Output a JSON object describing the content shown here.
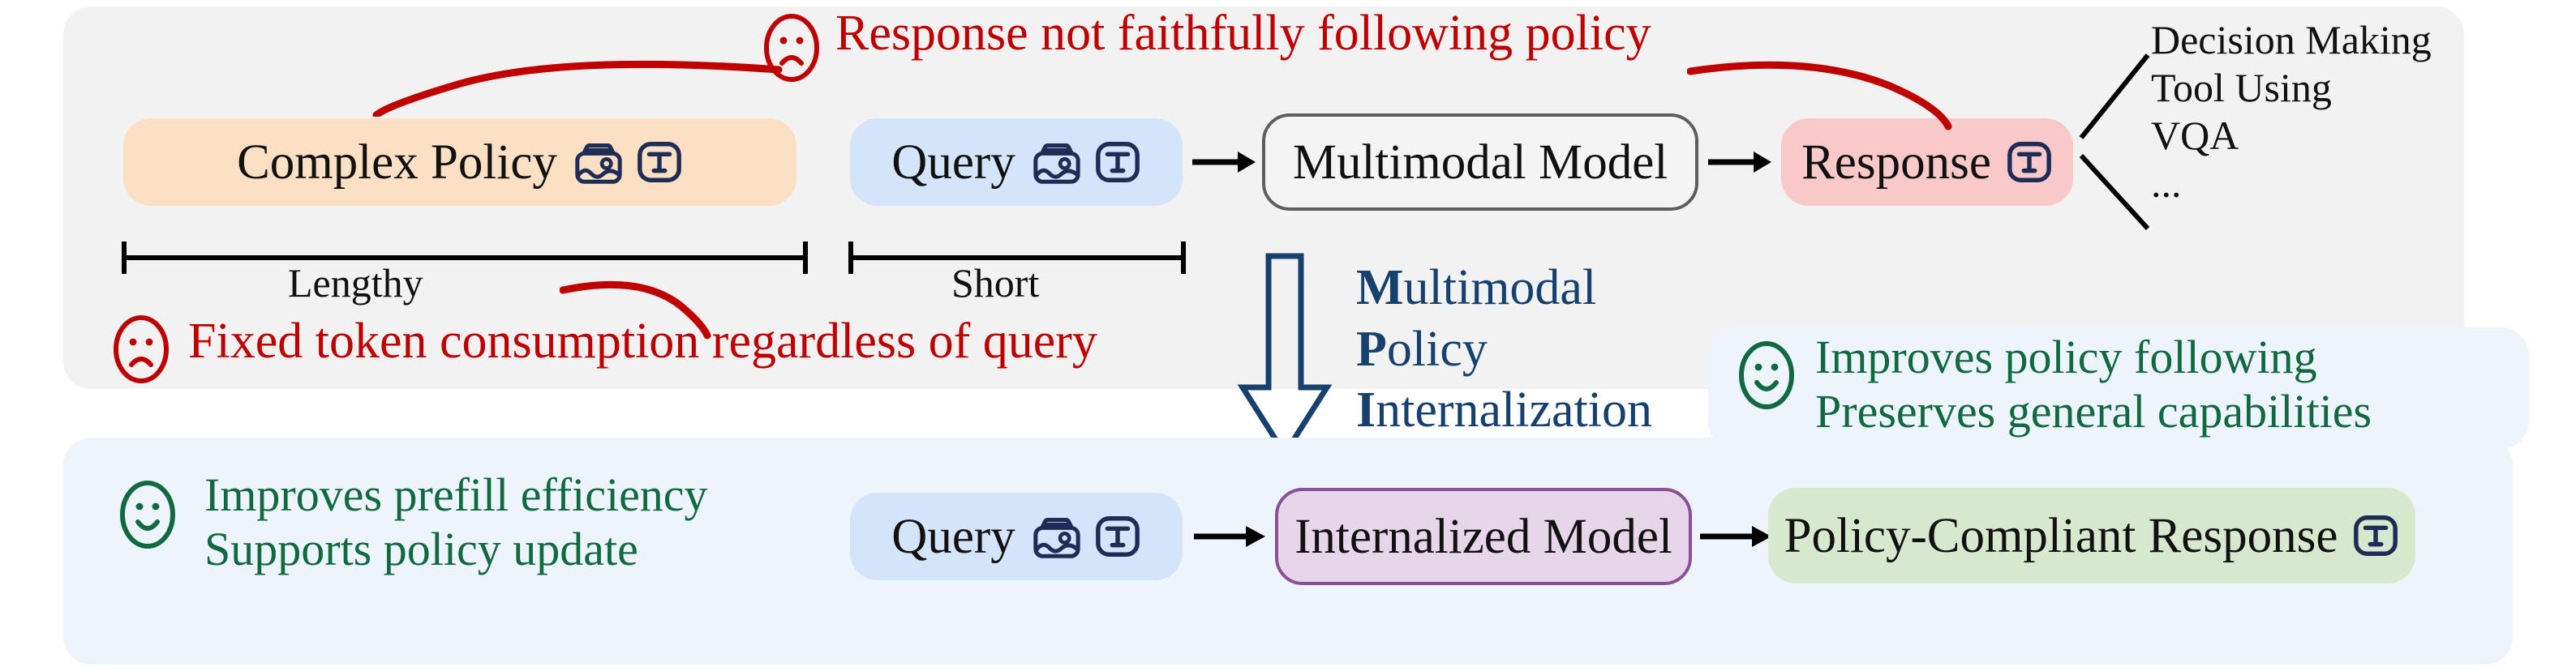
{
  "colors": {
    "panel_top_bg": "#f2f2f2",
    "panel_bottom_bg": "#eef4fc",
    "policy_bg": "#fce0c4",
    "query_bg": "#d4e4f9",
    "model_border": "#5e5e5e",
    "response_bg": "#f9c9c9",
    "internalized_bg": "#e7d6ea",
    "internalized_border": "#8a4f96",
    "compliant_bg": "#d6e8cd",
    "warning_red": "#c00000",
    "positive_green": "#11693f",
    "accent_navy": "#16406e",
    "icon_navy": "#1f2d56"
  },
  "top_flow": {
    "policy": {
      "label": "Complex Policy",
      "icons": [
        "image-icon",
        "text-icon"
      ]
    },
    "query": {
      "label": "Query",
      "icons": [
        "image-icon",
        "text-icon"
      ]
    },
    "model": {
      "label": "Multimodal Model"
    },
    "response": {
      "label": "Response",
      "icons": [
        "text-icon"
      ]
    },
    "arrow_glyph": "→"
  },
  "measures": {
    "policy_span_label": "Lengthy",
    "query_span_label": "Short"
  },
  "task_list": [
    "Decision Making",
    "Tool Using",
    "VQA",
    "..."
  ],
  "problems": [
    {
      "icon": "sad-face-icon",
      "text": "Response not faithfully following policy"
    },
    {
      "icon": "sad-face-icon",
      "text": "Fixed token consumption regardless of query"
    }
  ],
  "transform": {
    "lines": [
      "Multimodal",
      "Policy",
      "Internalization"
    ],
    "emphasis": [
      "M",
      "P",
      "I"
    ],
    "arrow": "down-arrow-outline-icon"
  },
  "benefits_left": {
    "icon": "happy-face-icon",
    "lines": [
      "Improves prefill efficiency",
      "Supports policy update"
    ]
  },
  "benefits_right": {
    "icon": "happy-face-icon",
    "lines": [
      "Improves policy following",
      "Preserves general capabilities"
    ]
  },
  "bottom_flow": {
    "query": {
      "label": "Query",
      "icons": [
        "image-icon",
        "text-icon"
      ]
    },
    "model": {
      "label": "Internalized Model"
    },
    "response": {
      "label": "Policy-Compliant Response",
      "icons": [
        "text-icon"
      ]
    },
    "arrow_glyph": "→"
  }
}
